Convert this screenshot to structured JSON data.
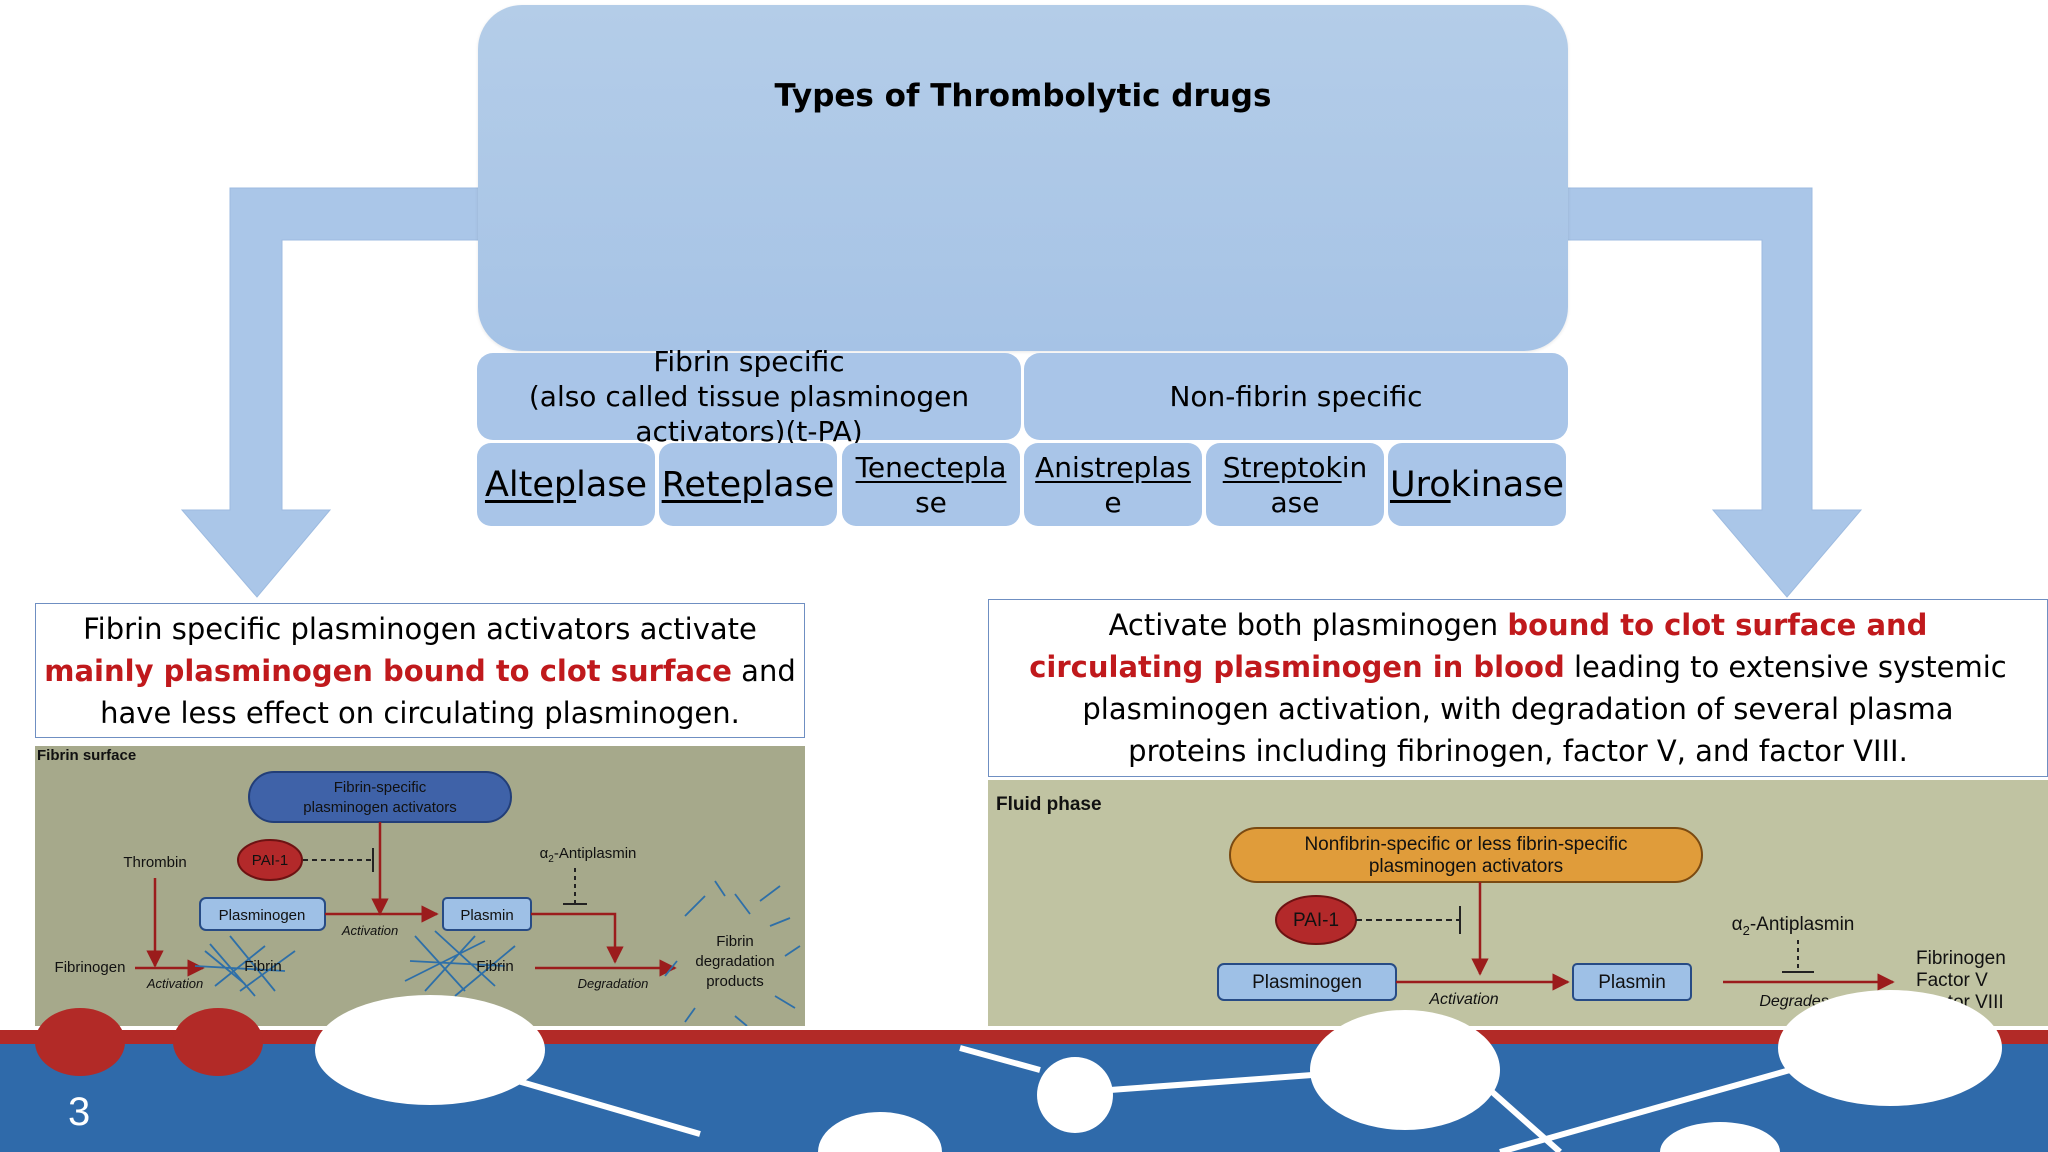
{
  "title": "Types of Thrombolytic drugs",
  "categories": {
    "fibrin_specific": "Fibrin specific\n(also called tissue plasminogen\nactivators)(t-PA)",
    "non_fibrin_specific": "Non-fibrin specific"
  },
  "drugs": {
    "alteplase": {
      "u": "Altep",
      "r": "lase"
    },
    "reteplase": {
      "u": "Retep",
      "r": "lase"
    },
    "tenecteplase": {
      "p": "Tenec",
      "u": "tepla",
      "r": "\nse"
    },
    "anistreplase": {
      "u": "Anistreplas",
      "r": "\ne"
    },
    "streptokinase": {
      "u": "Streptok",
      "r": "in\nase"
    },
    "urokinase": {
      "u": "Uro",
      "r": "kinase"
    }
  },
  "left_note": {
    "t1": "Fibrin specific plasminogen activators activate ",
    "red": "mainly plasminogen bound to clot surface",
    "t2": " and have less effect on circulating plasminogen."
  },
  "right_note": {
    "t1": "Activate both plasminogen ",
    "red": "bound to clot surface and circulating plasminogen in blood",
    "t2": " leading to extensive systemic plasminogen activation, with degradation of several plasma proteins including fibrinogen, factor V, and factor VIII."
  },
  "fibrin_surface_diagram": {
    "label": "Fibrin surface",
    "activators": [
      "Fibrin-specific",
      "plasminogen activators"
    ],
    "pai": "PAI-1",
    "thrombin": "Thrombin",
    "fibrinogen": "Fibrinogen",
    "plasminogen": "Plasminogen",
    "plasmin": "Plasmin",
    "antiplasmin_prefix": "α",
    "antiplasmin_sub": "2",
    "antiplasmin_suffix": "-Antiplasmin",
    "activation_1": "Activation",
    "activation_2": "Activation",
    "fibrin_1": "Fibrin",
    "fibrin_2": "Fibrin",
    "degradation": "Degradation",
    "products": [
      "Fibrin",
      "degradation",
      "products"
    ]
  },
  "fluid_phase_diagram": {
    "label": "Fluid phase",
    "activators": [
      "Nonfibrin-specific or less fibrin-specific",
      "plasminogen activators"
    ],
    "pai": "PAI-1",
    "plasminogen": "Plasminogen",
    "plasmin": "Plasmin",
    "antiplasmin_prefix": "α",
    "antiplasmin_sub": "2",
    "antiplasmin_suffix": "-Antiplasmin",
    "activation": "Activation",
    "degrades": "Degrades",
    "targets": [
      "Fibrinogen",
      "Factor V",
      "Factor VIII"
    ]
  },
  "slide_number": "3",
  "colors": {
    "box_blue": "#a9c5e8",
    "accent_red": "#c0191c",
    "footer_blue": "#2f6aaa",
    "footer_red": "#b22a27"
  }
}
